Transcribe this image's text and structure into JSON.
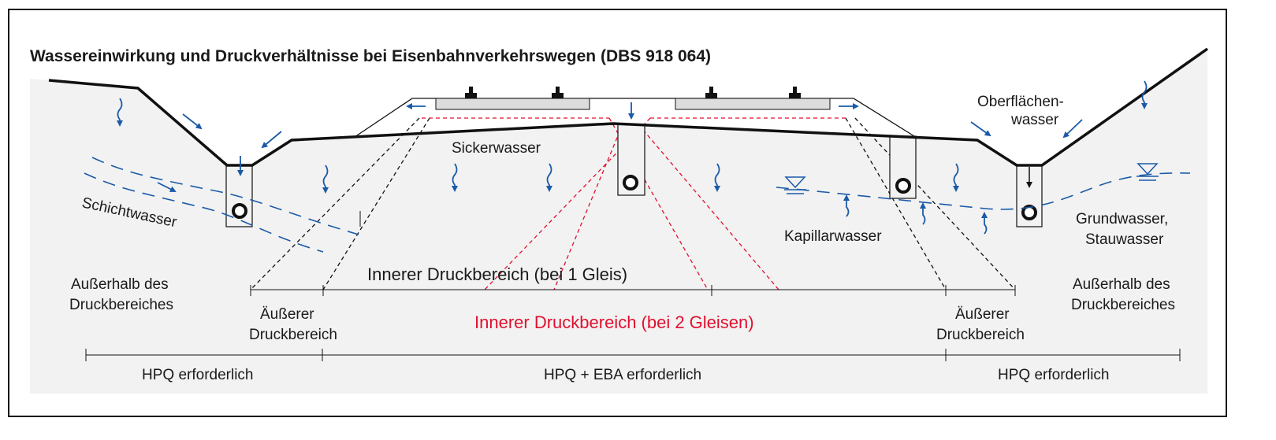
{
  "title": "Wassereinwirkung und Druckverhältnisse bei Eisenbahnverkehrswegen (DBS 918 064)",
  "labels": {
    "schichtwasser": "Schichtwasser",
    "sickerwasser": "Sickerwasser",
    "oberflaechen_1": "Oberflächen-",
    "oberflaechen_2": "wasser",
    "kapillarwasser": "Kapillarwasser",
    "grundwasser_1": "Grundwasser,",
    "grundwasser_2": "Stauwasser",
    "ausserhalb_left_1": "Außerhalb des",
    "ausserhalb_left_2": "Druckbereiches",
    "ausserhalb_right_1": "Außerhalb des",
    "ausserhalb_right_2": "Druckbereiches",
    "aeusserer_left_1": "Äußerer",
    "aeusserer_left_2": "Druckbereich",
    "aeusserer_right_1": "Äußerer",
    "aeusserer_right_2": "Druckbereich",
    "innerer_1_gleis": "Innerer Druckbereich (bei 1 Gleis)",
    "innerer_2_gleise": "Innerer Druckbereich (bei 2 Gleisen)",
    "hpq_left": "HPQ erforderlich",
    "hpq_eba": "HPQ + EBA erforderlich",
    "hpq_right": "HPQ erforderlich"
  },
  "colors": {
    "water": "#1a5aa8",
    "inner_2": "#e0102f",
    "ground": "#f2f2f2"
  }
}
